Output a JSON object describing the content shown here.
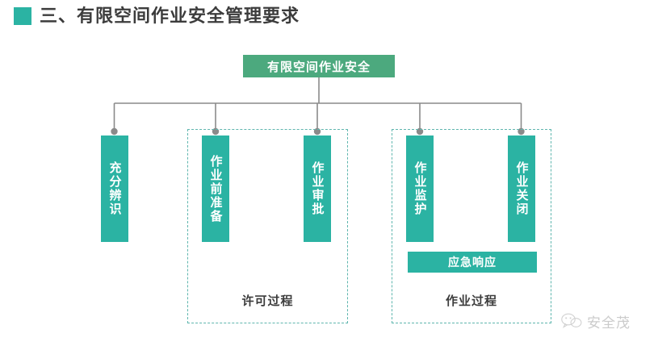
{
  "header": {
    "bullet_color": "#2bb3a3",
    "title": "三、有限空间作业安全管理要求"
  },
  "diagram": {
    "root": {
      "label": "有限空间作业安全",
      "color": "#4ca97e"
    },
    "connector_color": "#8a8a8a",
    "node_color": "#2bb3a3",
    "dash_color": "#5fb6ae",
    "nodes": [
      {
        "label": "充分辨识"
      },
      {
        "label": "作业前准备"
      },
      {
        "label": "作业审批"
      },
      {
        "label": "作业监护"
      },
      {
        "label": "作业关闭"
      }
    ],
    "groups": [
      {
        "label": "许可过程"
      },
      {
        "label": "作业过程"
      }
    ],
    "emergency": {
      "label": "应急响应"
    }
  },
  "watermark": {
    "text": "安全茂",
    "icon": "wechat-official-account-icon"
  }
}
